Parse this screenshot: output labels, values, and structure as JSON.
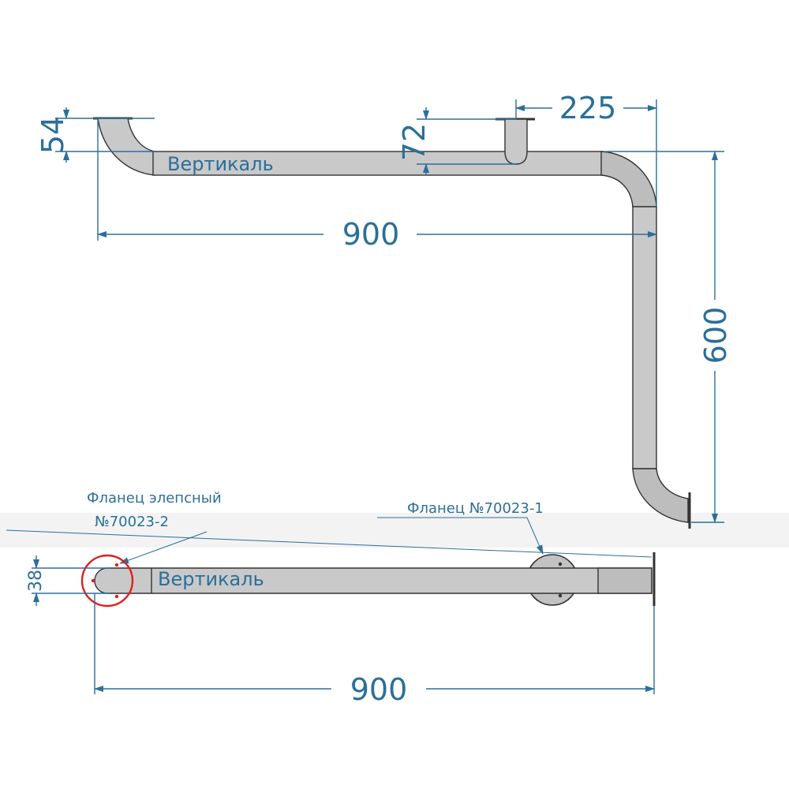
{
  "diagram": {
    "top_view": {
      "dim_54": "54",
      "dim_72": "72",
      "dim_225": "225",
      "dim_900": "900",
      "dim_600": "600",
      "pipe_label": "Вертикаль"
    },
    "bottom_view": {
      "dim_38": "38",
      "dim_900": "900",
      "pipe_label": "Вертикаль",
      "flange_elliptic_line1": "Фланец элепсный",
      "flange_elliptic_line2": "№70023-2",
      "flange_round": "Фланец №70023-1"
    },
    "colors": {
      "dimension": "#2b6f99",
      "pipe": "#c9c9c9",
      "outline": "#333333",
      "highlight": "#e02020"
    }
  }
}
